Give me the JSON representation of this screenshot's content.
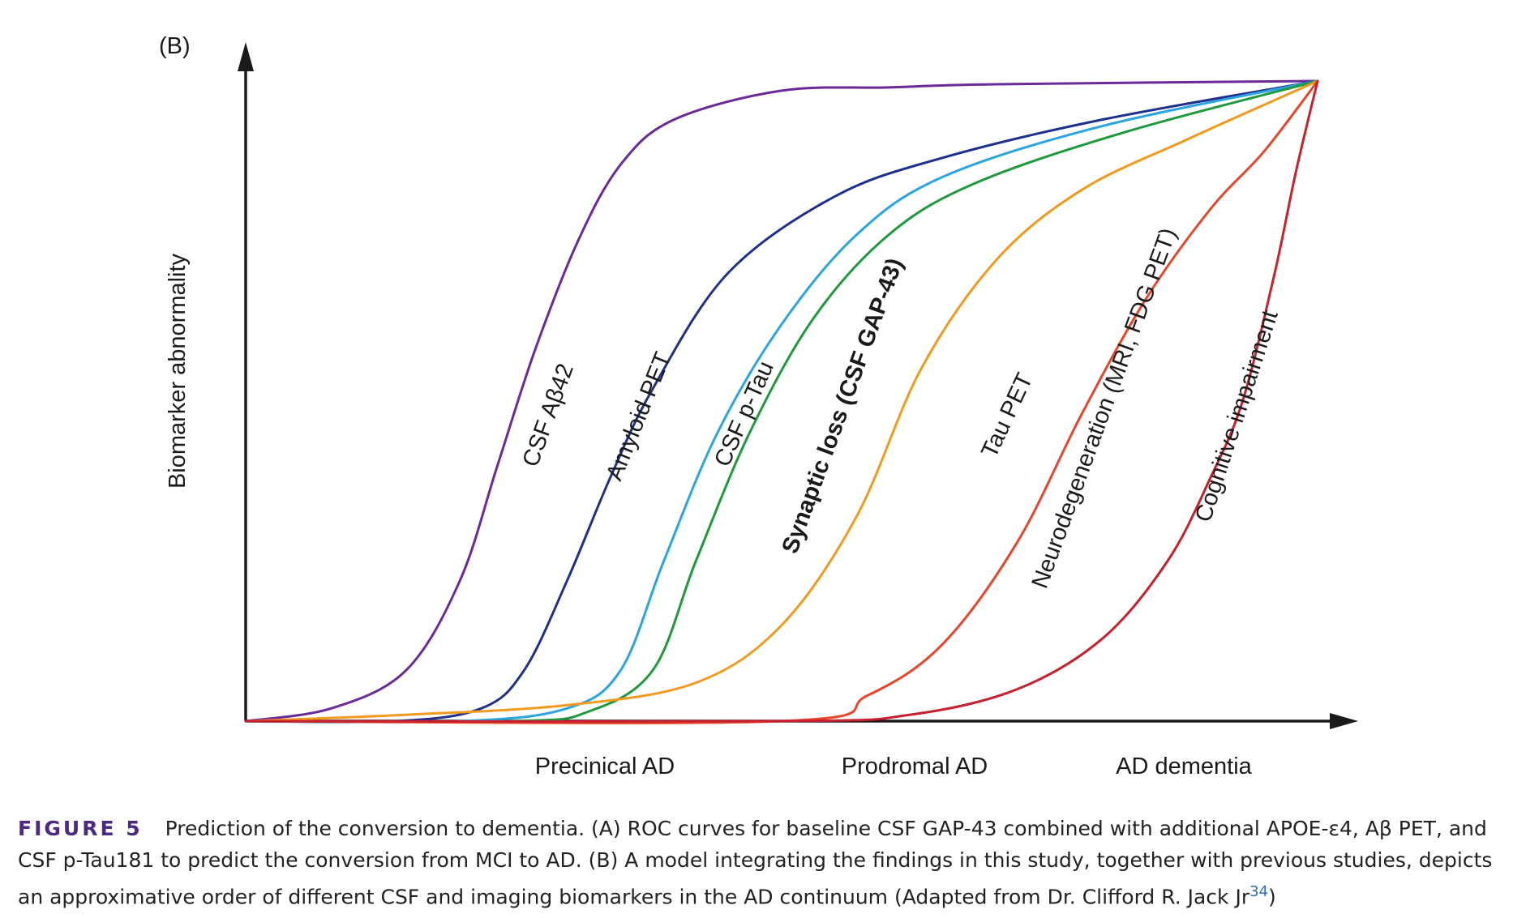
{
  "figure": {
    "panel_label": "(B)",
    "y_axis_title": "Biomarker abnormality",
    "stages": [
      "Precinical AD",
      "Prodromal AD",
      "AD dementia"
    ],
    "colors": {
      "axis": "#1a1a1a",
      "figure_label": "#4b2a82",
      "reference_link": "#2a6ebb"
    }
  },
  "chart_data": {
    "type": "line",
    "title": "",
    "xlabel": "",
    "ylabel": "Biomarker abnormality",
    "xlim": [
      0,
      1
    ],
    "ylim": [
      0,
      1
    ],
    "x_tick_labels": [
      "Precinical AD",
      "Prodromal AD",
      "AD dementia"
    ],
    "grid": false,
    "legend": "none",
    "series": [
      {
        "name": "CSF Aβ42",
        "color": "#6a2a9a",
        "x": [
          0,
          0.08,
          0.15,
          0.2,
          0.235,
          0.27,
          0.31,
          0.35,
          0.4,
          0.5,
          0.6,
          0.7,
          1.0
        ],
        "y": [
          0,
          0.02,
          0.08,
          0.22,
          0.4,
          0.58,
          0.75,
          0.87,
          0.94,
          0.985,
          0.99,
          0.995,
          1.0
        ]
      },
      {
        "name": "Amyloid PET",
        "color": "#1f2f8f",
        "x": [
          0,
          0.14,
          0.22,
          0.26,
          0.3,
          0.34,
          0.38,
          0.45,
          0.55,
          0.65,
          0.8,
          1.0
        ],
        "y": [
          0,
          0.0,
          0.02,
          0.08,
          0.22,
          0.38,
          0.52,
          0.7,
          0.82,
          0.88,
          0.94,
          1.0
        ]
      },
      {
        "name": "CSF p-Tau",
        "color": "#2aa5df",
        "x": [
          0,
          0.2,
          0.3,
          0.35,
          0.39,
          0.44,
          0.5,
          0.57,
          0.65,
          0.8,
          1.0
        ],
        "y": [
          0,
          0.0,
          0.02,
          0.08,
          0.25,
          0.45,
          0.62,
          0.76,
          0.85,
          0.93,
          1.0
        ]
      },
      {
        "name": "Synaptic loss (CSF GAP-43)",
        "color": "#1e9a3d",
        "x": [
          0,
          0.25,
          0.32,
          0.38,
          0.42,
          0.47,
          0.53,
          0.6,
          0.68,
          0.82,
          1.0
        ],
        "y": [
          0,
          0.0,
          0.015,
          0.08,
          0.25,
          0.45,
          0.63,
          0.76,
          0.84,
          0.92,
          1.0
        ]
      },
      {
        "name": "Tau PET",
        "color": "#f39a1e",
        "x": [
          0,
          0.15,
          0.3,
          0.42,
          0.5,
          0.57,
          0.63,
          0.7,
          0.78,
          0.88,
          1.0
        ],
        "y": [
          0,
          0.01,
          0.025,
          0.06,
          0.15,
          0.32,
          0.55,
          0.72,
          0.83,
          0.91,
          1.0
        ]
      },
      {
        "name": "Neurodegeneration (MRI, FDG PET)",
        "color": "#e8452a",
        "x": [
          0,
          0.5,
          0.58,
          0.65,
          0.72,
          0.78,
          0.84,
          0.9,
          0.95,
          1.0
        ],
        "y": [
          0,
          0.0,
          0.04,
          0.12,
          0.28,
          0.48,
          0.66,
          0.8,
          0.89,
          1.0
        ]
      },
      {
        "name": "Cognitive impairment",
        "color": "#c8202e",
        "x": [
          0,
          0.5,
          0.62,
          0.72,
          0.8,
          0.86,
          0.9,
          0.93,
          0.96,
          0.98,
          1.0
        ],
        "y": [
          0,
          0.0,
          0.01,
          0.05,
          0.13,
          0.25,
          0.38,
          0.5,
          0.7,
          0.86,
          1.0
        ]
      }
    ]
  },
  "caption": {
    "figure_label": "FIGURE 5",
    "text": "Prediction of the conversion to dementia. (A) ROC curves for baseline CSF GAP-43 combined with additional APOE-ε4, Aβ PET, and CSF p-Tau181 to predict the conversion from MCI to AD. (B) A model integrating the findings in this study, together with previous studies, depicts an approximative order of different CSF and imaging biomarkers in the AD continuum (Adapted from Dr. Clifford R. Jack Jr",
    "reference": "34",
    "closing": ")"
  }
}
